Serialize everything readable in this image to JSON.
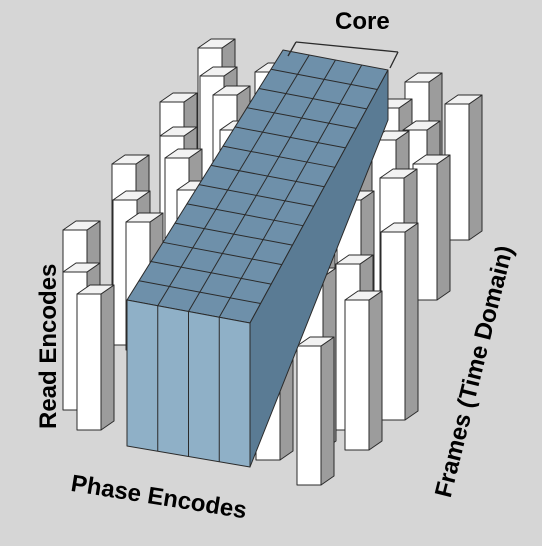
{
  "labels": {
    "core": "Core",
    "read": "Read Encodes",
    "phase": "Phase Encodes",
    "frames": "Frames (Time Domain)"
  },
  "colors": {
    "background": "#d6d6d6",
    "core_front": "#8fb0c7",
    "core_top": "#6e90aa",
    "core_side": "#5a7b94",
    "column_front": "#ffffff",
    "column_top": "#f2f2f2",
    "column_side": "#9c9c9c",
    "outline": "#2b2b2b"
  }
}
